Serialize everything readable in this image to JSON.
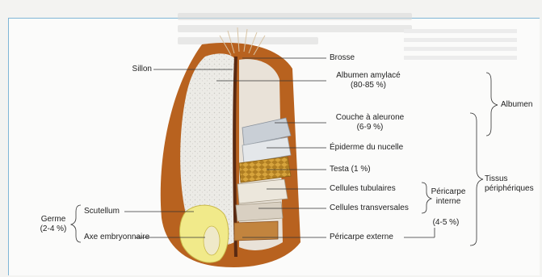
{
  "labels": {
    "sillon": "Sillon",
    "brosse": "Brosse",
    "albumen_amylace": "Albumen amylacé",
    "albumen_amylace_pct": "(80-85 %)",
    "couche_aleurone": "Couche à aleurone",
    "couche_aleurone_pct": "(6-9 %)",
    "epiderme_nucelle": "Épiderme du nucelle",
    "testa": "Testa (1 %)",
    "cellules_tubulaires": "Cellules tubulaires",
    "cellules_transversales": "Cellules transversales",
    "pericarpe_externe": "Péricarpe externe",
    "pericarpe_interne_line1": "Péricarpe",
    "pericarpe_interne_line2": "interne",
    "pericarpe_interne_pct": "(4-5 %)",
    "albumen": "Albumen",
    "tissus_line1": "Tissus",
    "tissus_line2": "périphériques",
    "scutellum": "Scutellum",
    "axe_embryonnaire": "Axe embryonnaire",
    "germe_line1": "Germe",
    "germe_line2": "(2-4 %)"
  },
  "colors": {
    "pericarp": "#b8621f",
    "endosperm": "#ecebe6",
    "aleurone": "#c9cfd6",
    "testa": "#d7a43c",
    "germ": "#f1ea8a",
    "leader": "#333333"
  }
}
